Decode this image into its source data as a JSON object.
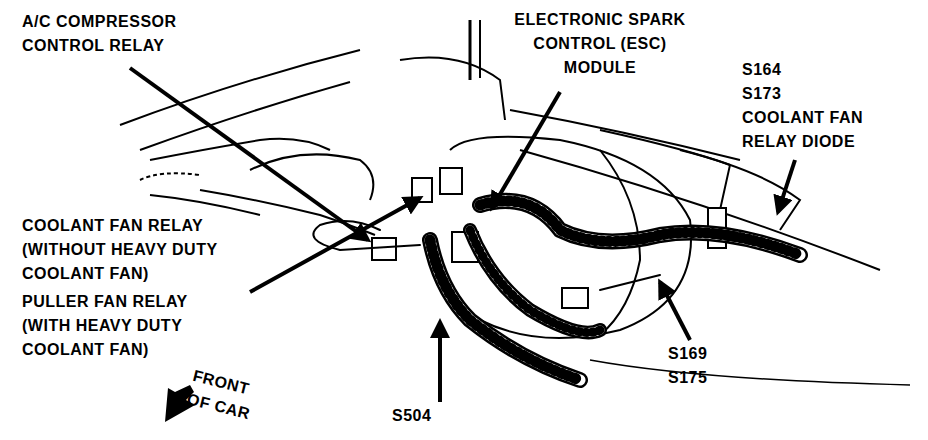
{
  "diagram": {
    "labels": [
      "A/C COMPRESSOR CONTROL RELAY",
      "ELECTRONIC SPARK CONTROL (ESC) MODULE",
      "S164",
      "S173",
      "COOLANT FAN RELAY DIODE",
      "COOLANT FAN RELAY (WITHOUT HEAVY DUTY COOLANT FAN)",
      "PULLER FAN RELAY (WITH HEAVY DUTY COOLANT FAN)",
      "FRONT OF CAR",
      "S504",
      "S169",
      "S175"
    ]
  }
}
